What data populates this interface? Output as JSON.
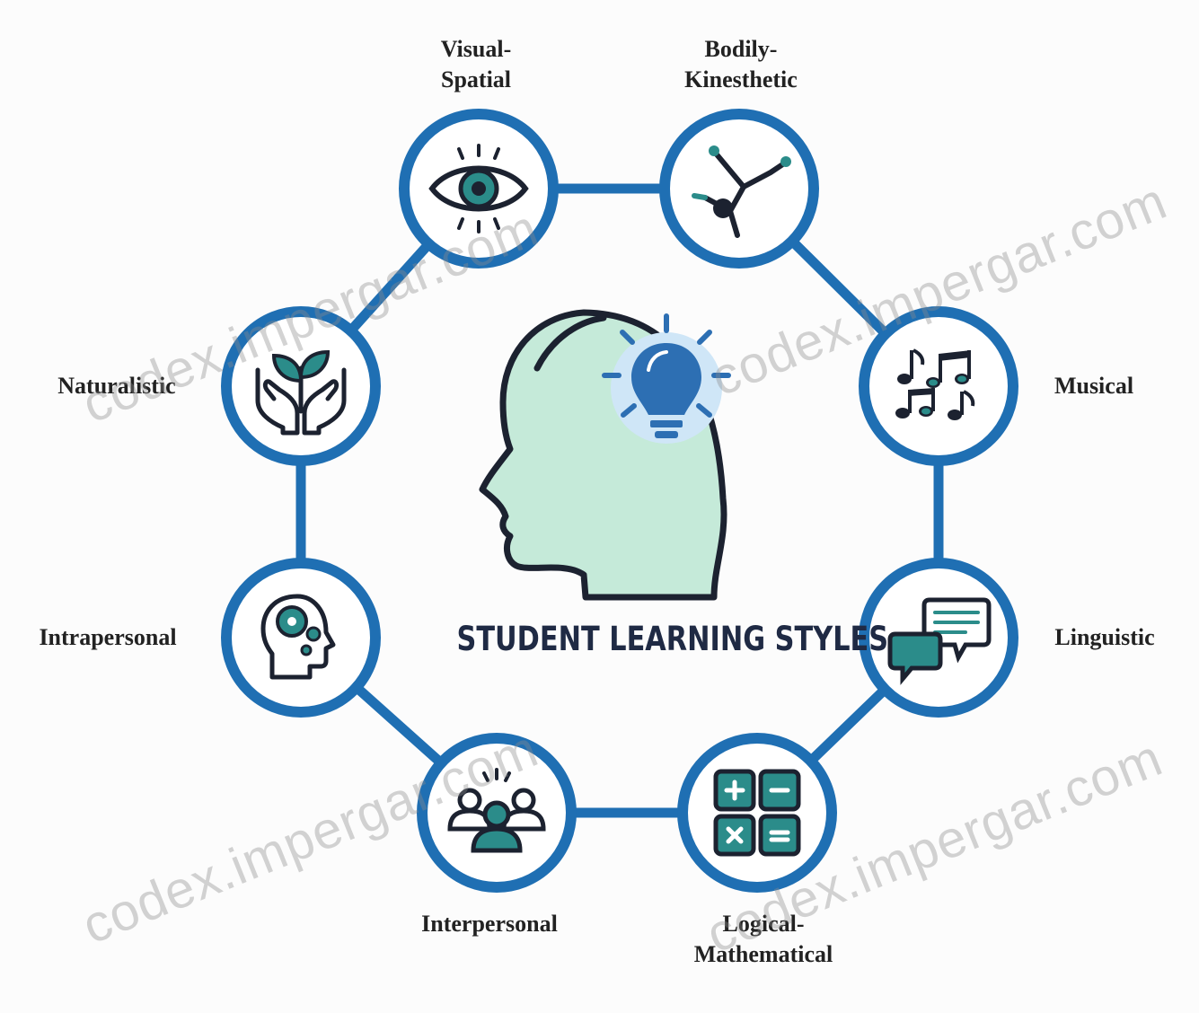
{
  "title": "STUDENT LEARNING STYLES",
  "colors": {
    "ring": "#1f6fb3",
    "ring_fill": "#ffffff",
    "teal": "#2b8c8a",
    "head_fill": "#c5ead9",
    "glow": "#cfe6f7",
    "bulb": "#2d6fb3",
    "outline": "#1c2230"
  },
  "styles": [
    {
      "label": "Visual-\nSpatial",
      "icon": "eye-icon"
    },
    {
      "label": "Bodily-\nKinesthetic",
      "icon": "dancer-icon"
    },
    {
      "label": "Musical",
      "icon": "music-notes-icon"
    },
    {
      "label": "Linguistic",
      "icon": "speech-bubbles-icon"
    },
    {
      "label": "Logical-\nMathematical",
      "icon": "calculator-icon"
    },
    {
      "label": "Interpersonal",
      "icon": "group-people-icon"
    },
    {
      "label": "Intrapersonal",
      "icon": "head-gears-icon"
    },
    {
      "label": "Naturalistic",
      "icon": "hands-plant-icon"
    }
  ],
  "watermark": [
    "codex.impergar.com",
    "codex.impergar.com",
    "codex.impergar.com",
    "codex.impergar.com"
  ]
}
